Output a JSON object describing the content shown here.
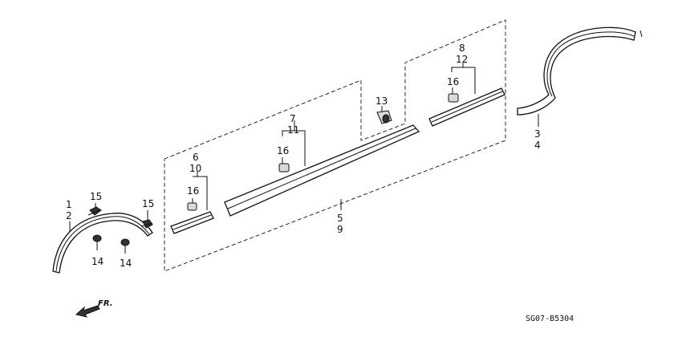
{
  "labels": {
    "l1": "1",
    "l2": "2",
    "l3": "3",
    "l4": "4",
    "l5": "5",
    "l9": "9",
    "l6": "6",
    "l10": "10",
    "l7": "7",
    "l11": "11",
    "l8": "8",
    "l12": "12",
    "l13": "13",
    "l14a": "14",
    "l14b": "14",
    "l15a": "15",
    "l15b": "15",
    "l16a": "16",
    "l16b": "16",
    "l16c": "16"
  },
  "front_indicator": "FR.",
  "diagram_code": "SG07-B5304"
}
